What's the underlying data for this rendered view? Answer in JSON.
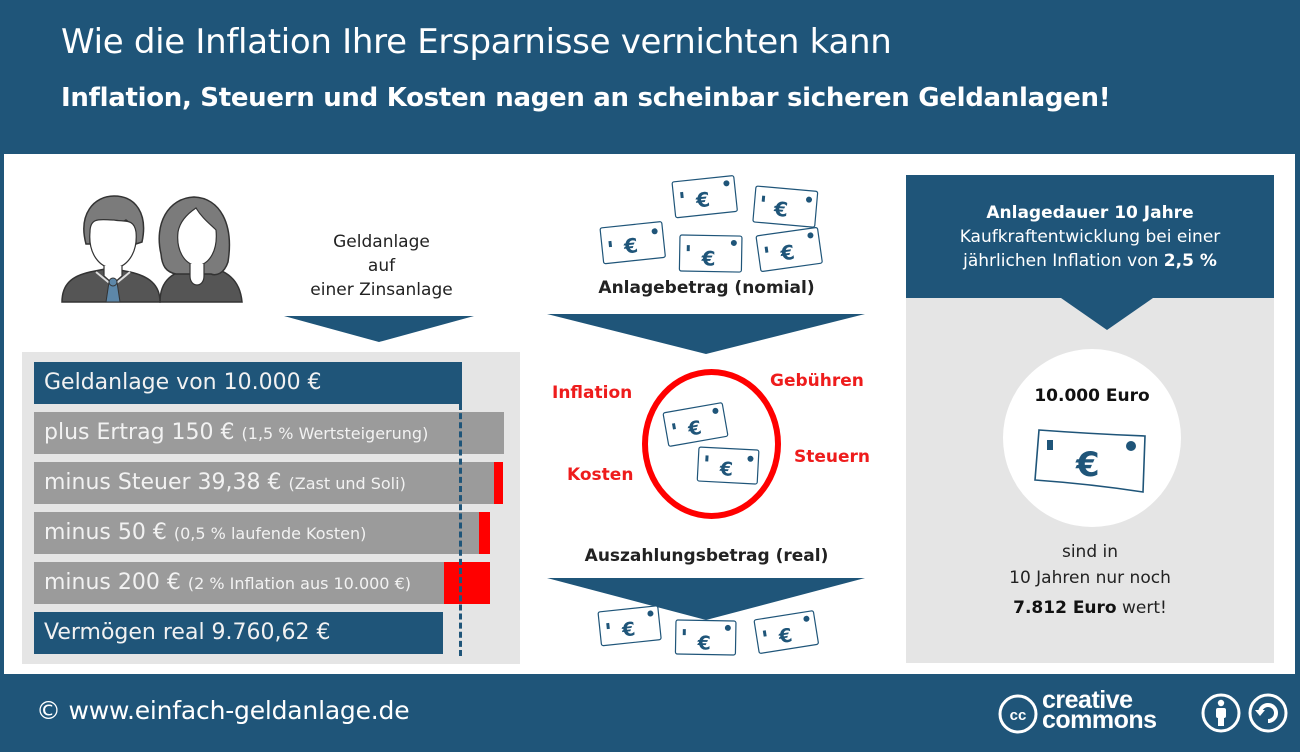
{
  "header": {
    "title": "Wie die Inflation Ihre Ersparnisse vernichten kann",
    "subtitle": "Inflation, Steuern und Kosten nagen an scheinbar sicheren Geldanlagen!"
  },
  "left": {
    "invest_label_lines": [
      "Geldanlage",
      "auf",
      "einer Zinsanlage"
    ],
    "bars": [
      {
        "main": "Geldanlage von 10.000 €",
        "note": "",
        "type": "blue"
      },
      {
        "main": "plus Ertrag 150 € ",
        "note": "(1,5 % Wertsteigerung)",
        "type": "grey"
      },
      {
        "main": "minus Steuer 39,38 € ",
        "note": "(Zast und Soli)",
        "type": "grey"
      },
      {
        "main": "minus 50 € ",
        "note": "(0,5 % laufende Kosten)",
        "type": "grey"
      },
      {
        "main": "minus 200 € ",
        "note": "(2 % Inflation aus 10.000 €)",
        "type": "grey"
      },
      {
        "main": "Vermögen real 9.760,62 €",
        "note": "",
        "type": "blue"
      }
    ]
  },
  "middle": {
    "nominal_label": "Anlagebetrag (nomial)",
    "factors": {
      "inflation": "Inflation",
      "fees": "Gebühren",
      "costs": "Kosten",
      "taxes": "Steuern"
    },
    "real_label": "Auszahlungsbetrag (real)",
    "currency_symbol": "€"
  },
  "right": {
    "head_bold": "Anlagedauer 10 Jahre",
    "head_line2": "Kaufkraftentwicklung bei einer",
    "head_line3_prefix": "jährlichen Inflation von ",
    "head_line3_bold": "2,5 %",
    "amount": "10.000 Euro",
    "text_line1": "sind in",
    "text_line2": "10 Jahren nur noch",
    "final_bold": "7.812 Euro",
    "final_suffix": " wert!"
  },
  "footer": {
    "copyright": "© www.einfach-geldanlage.de",
    "cc_line1": "creative",
    "cc_line2": "commons",
    "cc_badge": "cc"
  },
  "colors": {
    "brand_blue": "#1f5579",
    "accent_red": "#ff0000",
    "bar_grey": "#9b9b9b",
    "panel_grey": "#e5e5e5"
  }
}
